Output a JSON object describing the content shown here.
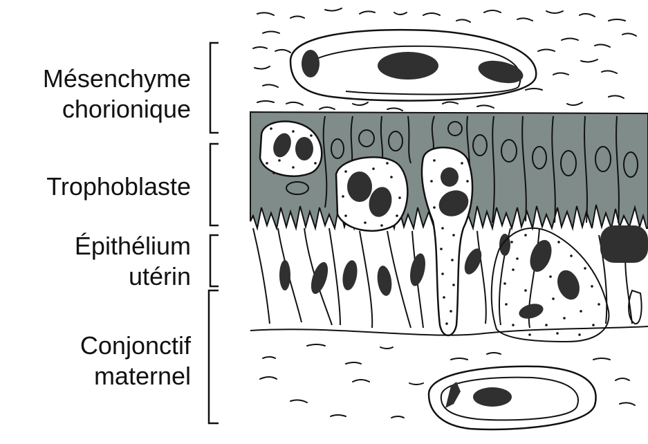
{
  "labels": {
    "mesenchyme": {
      "line1": "Mésenchyme",
      "line2": "chorionique"
    },
    "trophoblast": {
      "line1": "Trophoblaste"
    },
    "epithelium": {
      "line1": "Épithélium",
      "line2": "utérin"
    },
    "connective": {
      "line1": "Conjonctif",
      "line2": "maternel"
    }
  },
  "colors": {
    "trophoblast_fill": "#7f8c89",
    "nucleus": "#303030",
    "stroke": "#111111",
    "background": "#ffffff"
  }
}
